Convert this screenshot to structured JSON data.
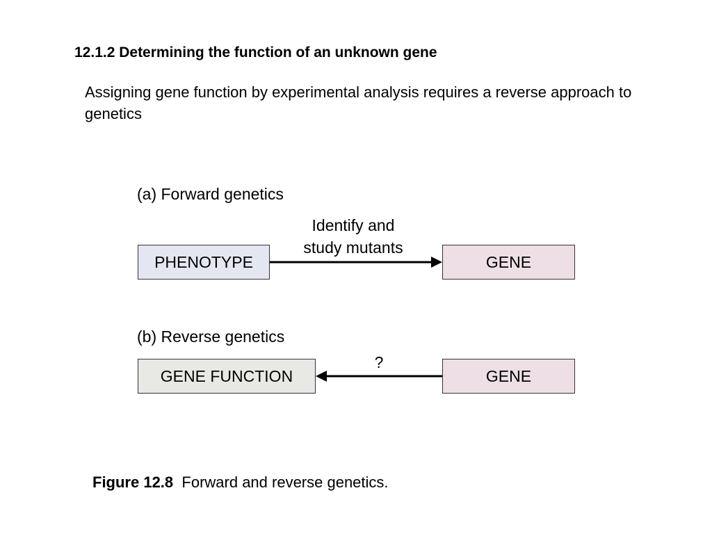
{
  "slide": {
    "title": "12.1.2 Determining the function of an unknown gene",
    "body": "Assigning gene function by experimental analysis requires a reverse approach to genetics"
  },
  "diagram": {
    "forward": {
      "label": "(a)  Forward genetics",
      "source_box": "PHENOTYPE",
      "target_box": "GENE",
      "arrow_label_line1": "Identify and",
      "arrow_label_line2": "study mutants",
      "source_color": "#e4e6f2",
      "target_color": "#eddfe5"
    },
    "reverse": {
      "label": "(b)  Reverse genetics",
      "source_box": "GENE",
      "target_box": "GENE FUNCTION",
      "arrow_label": "?",
      "source_color": "#eddfe5",
      "target_color": "#e8e9e4"
    }
  },
  "caption": {
    "number": "Figure 12.8",
    "text": "Forward and reverse genetics."
  }
}
